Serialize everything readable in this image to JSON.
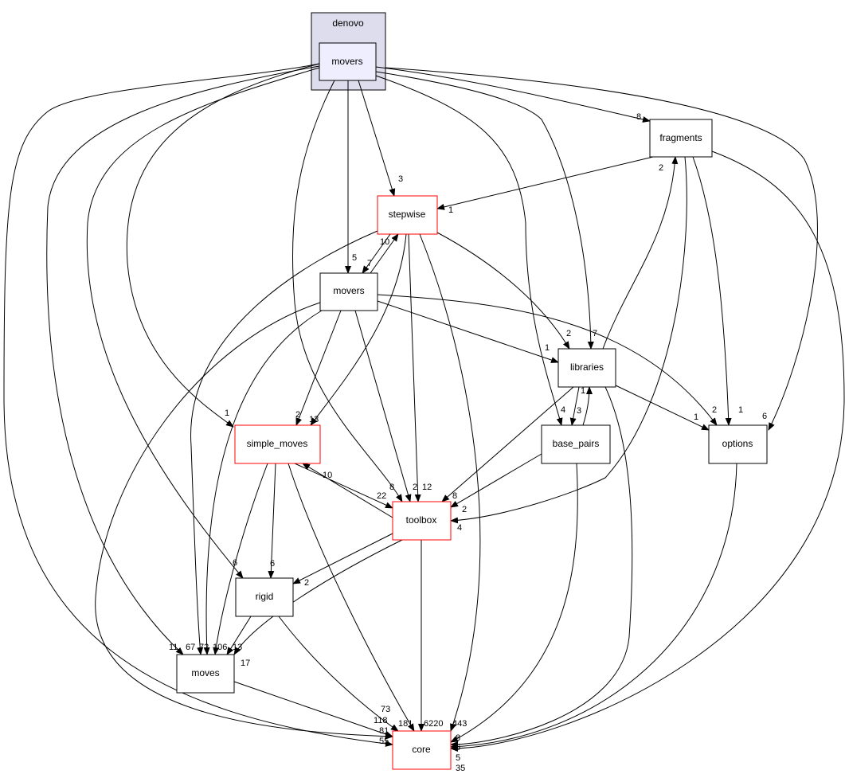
{
  "cluster": {
    "label": "denovo",
    "fill": "#ddddee"
  },
  "nodes": {
    "movers_top": "movers",
    "fragments": "fragments",
    "stepwise": "stepwise",
    "movers": "movers",
    "libraries": "libraries",
    "simple_moves": "simple_moves",
    "base_pairs": "base_pairs",
    "options": "options",
    "toolbox": "toolbox",
    "rigid": "rigid",
    "moves": "moves",
    "core": "core"
  },
  "colors": {
    "external_dir_border": "#ff0000",
    "focus_fill": "#eeeeff"
  },
  "edges": [
    {
      "from": "movers_top",
      "to": "fragments",
      "label": "8"
    },
    {
      "from": "movers_top",
      "to": "stepwise",
      "label": "3"
    },
    {
      "from": "movers_top",
      "to": "movers",
      "label": "5"
    },
    {
      "from": "movers_top",
      "to": "simple_moves",
      "label": "1"
    },
    {
      "from": "movers_top",
      "to": "toolbox",
      "label": "8"
    },
    {
      "from": "movers_top",
      "to": "libraries",
      "label": "7"
    },
    {
      "from": "movers_top",
      "to": "base_pairs",
      "label": "4"
    },
    {
      "from": "movers_top",
      "to": "options",
      "label": "6"
    },
    {
      "from": "movers_top",
      "to": "rigid",
      "label": "6"
    },
    {
      "from": "movers_top",
      "to": "moves",
      "label": "11"
    },
    {
      "from": "movers_top",
      "to": "core",
      "label": "55"
    },
    {
      "from": "stepwise",
      "to": "movers",
      "label": "7"
    },
    {
      "from": "movers",
      "to": "stepwise",
      "label": "10"
    },
    {
      "from": "stepwise",
      "to": "simple_moves",
      "label": "13"
    },
    {
      "from": "stepwise",
      "to": "toolbox",
      "label": "12"
    },
    {
      "from": "stepwise",
      "to": "core",
      "label": "443"
    },
    {
      "from": "stepwise",
      "to": "libraries",
      "label": "2"
    },
    {
      "from": "stepwise",
      "to": "moves",
      "label": "67"
    },
    {
      "from": "fragments",
      "to": "stepwise",
      "label": "1"
    },
    {
      "from": "fragments",
      "to": "options",
      "label": "1"
    },
    {
      "from": "fragments",
      "to": "toolbox",
      "label": "4"
    },
    {
      "from": "fragments",
      "to": "core",
      "label": "35"
    },
    {
      "from": "libraries",
      "to": "fragments",
      "label": "2"
    },
    {
      "from": "libraries",
      "to": "base_pairs",
      "label": "3"
    },
    {
      "from": "base_pairs",
      "to": "libraries",
      "label": "1"
    },
    {
      "from": "libraries",
      "to": "toolbox",
      "label": "8"
    },
    {
      "from": "libraries",
      "to": "options",
      "label": "1"
    },
    {
      "from": "libraries",
      "to": "core",
      "label": "8"
    },
    {
      "from": "movers",
      "to": "libraries",
      "label": "1"
    },
    {
      "from": "movers",
      "to": "options",
      "label": "2"
    },
    {
      "from": "movers",
      "to": "simple_moves",
      "label": "2"
    },
    {
      "from": "movers",
      "to": "toolbox",
      "label": "2"
    },
    {
      "from": "movers",
      "to": "moves",
      "label": "72"
    },
    {
      "from": "movers",
      "to": "core",
      "label": "81"
    },
    {
      "from": "simple_moves",
      "to": "toolbox",
      "label": "22"
    },
    {
      "from": "toolbox",
      "to": "simple_moves",
      "label": "10"
    },
    {
      "from": "simple_moves",
      "to": "rigid",
      "label": "6"
    },
    {
      "from": "simple_moves",
      "to": "moves",
      "label": "106"
    },
    {
      "from": "simple_moves",
      "to": "core",
      "label": "181"
    },
    {
      "from": "base_pairs",
      "to": "toolbox",
      "label": "2"
    },
    {
      "from": "base_pairs",
      "to": "core",
      "label": "6"
    },
    {
      "from": "options",
      "to": "core",
      "label": "5"
    },
    {
      "from": "toolbox",
      "to": "rigid",
      "label": "2"
    },
    {
      "from": "toolbox",
      "to": "moves",
      "label": "17"
    },
    {
      "from": "toolbox",
      "to": "core",
      "label": "6220"
    },
    {
      "from": "rigid",
      "to": "moves",
      "label": "13"
    },
    {
      "from": "rigid",
      "to": "core",
      "label": "73"
    },
    {
      "from": "moves",
      "to": "core",
      "label": "118"
    }
  ]
}
